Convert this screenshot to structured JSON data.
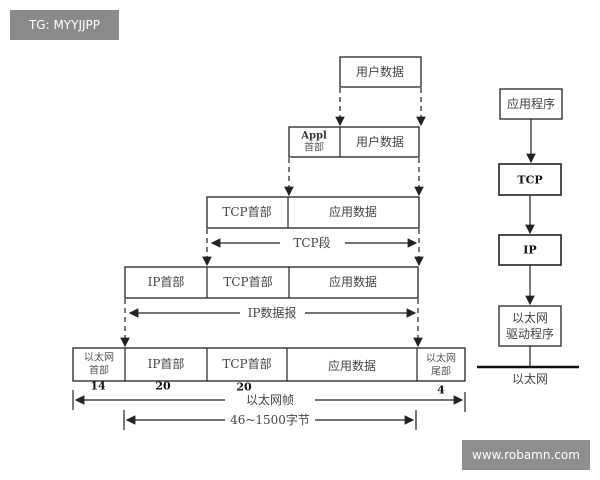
{
  "tag": "TG: MYYJJPP",
  "watermark": "www.robamn.com",
  "row1": {
    "user_data": "用户数据"
  },
  "row2": {
    "appl": "Appl",
    "header": "首部",
    "user_data": "用户数据"
  },
  "row3": {
    "tcp_header": "TCP首部",
    "app_data": "应用数据",
    "span": "TCP段"
  },
  "row4": {
    "ip_header": "IP首部",
    "tcp_header": "TCP首部",
    "app_data": "应用数据",
    "span": "IP数据报"
  },
  "row5": {
    "eth_header_1": "以太网",
    "eth_header_2": "首部",
    "ip_header": "IP首部",
    "tcp_header": "TCP首部",
    "app_data": "应用数据",
    "eth_trailer_1": "以太网",
    "eth_trailer_2": "尾部",
    "sizes": [
      "14",
      "20",
      "20",
      "4"
    ],
    "frame_span": "以太网帧",
    "payload_span": "46~1500字节"
  },
  "stack": {
    "app": "应用程序",
    "tcp": "TCP",
    "ip": "IP",
    "driver_1": "以太网",
    "driver_2": "驱动程序",
    "network": "以太网"
  }
}
